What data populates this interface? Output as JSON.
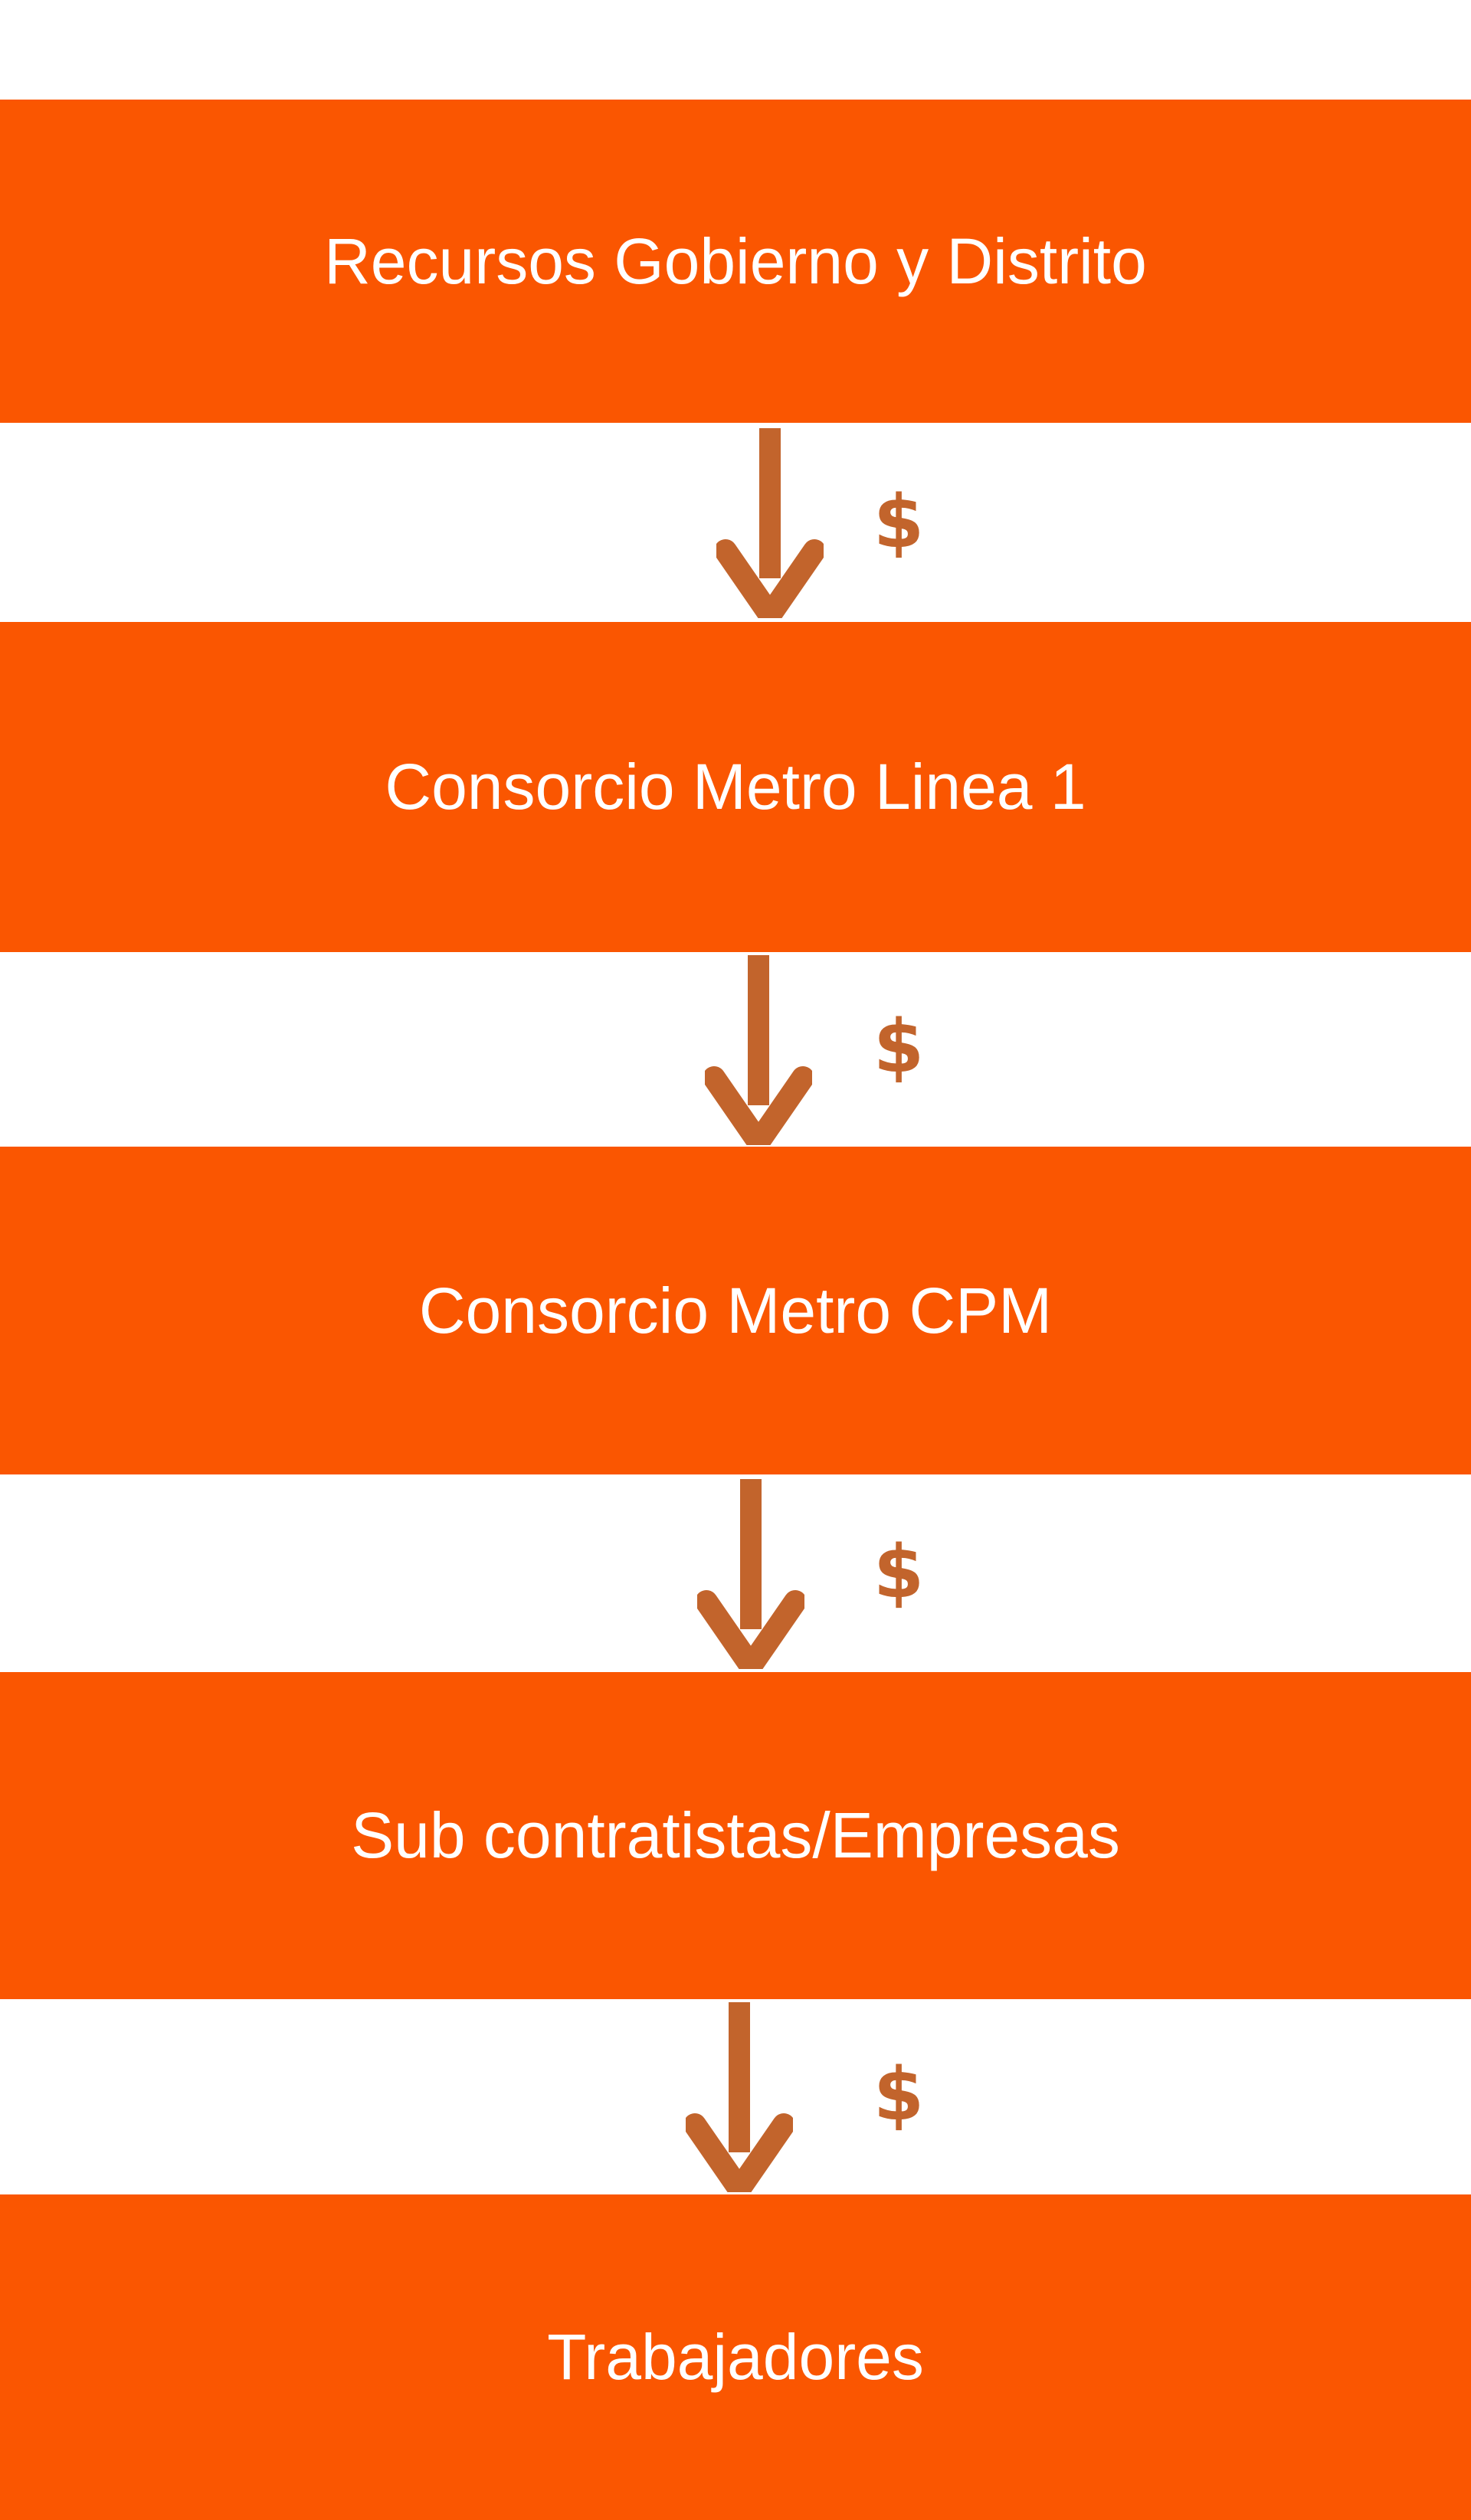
{
  "page": {
    "background_color": "#FFFFFF"
  },
  "diagram": {
    "type": "flow",
    "direction": "top-down",
    "nodes": [
      {
        "id": "recursos-gobierno-distrito",
        "label": "Recursos Gobierno y Distrito"
      },
      {
        "id": "consorcio-metro-linea-1",
        "label": "Consorcio Metro Linea 1"
      },
      {
        "id": "consorcio-metro-cpm",
        "label": "Consorcio Metro CPM"
      },
      {
        "id": "sub-contratistas-empresas",
        "label": "Sub contratistas/Empresas"
      },
      {
        "id": "trabajadores",
        "label": "Trabajadores"
      }
    ],
    "connectors": [
      {
        "from": "recursos-gobierno-distrito",
        "to": "consorcio-metro-linea-1",
        "arrow_icon": "down-arrow-icon",
        "flow_label": "$"
      },
      {
        "from": "consorcio-metro-linea-1",
        "to": "consorcio-metro-cpm",
        "arrow_icon": "down-arrow-icon",
        "flow_label": "$"
      },
      {
        "from": "consorcio-metro-cpm",
        "to": "sub-contratistas-empresas",
        "arrow_icon": "down-arrow-icon",
        "flow_label": "$"
      },
      {
        "from": "sub-contratistas-empresas",
        "to": "trabajadores",
        "arrow_icon": "down-arrow-icon",
        "flow_label": "$"
      }
    ],
    "colors": {
      "node_fill": "#FA5601",
      "node_text": "#FFFFFF",
      "arrow": "#C2642C",
      "background": "#FFFFFF"
    }
  }
}
